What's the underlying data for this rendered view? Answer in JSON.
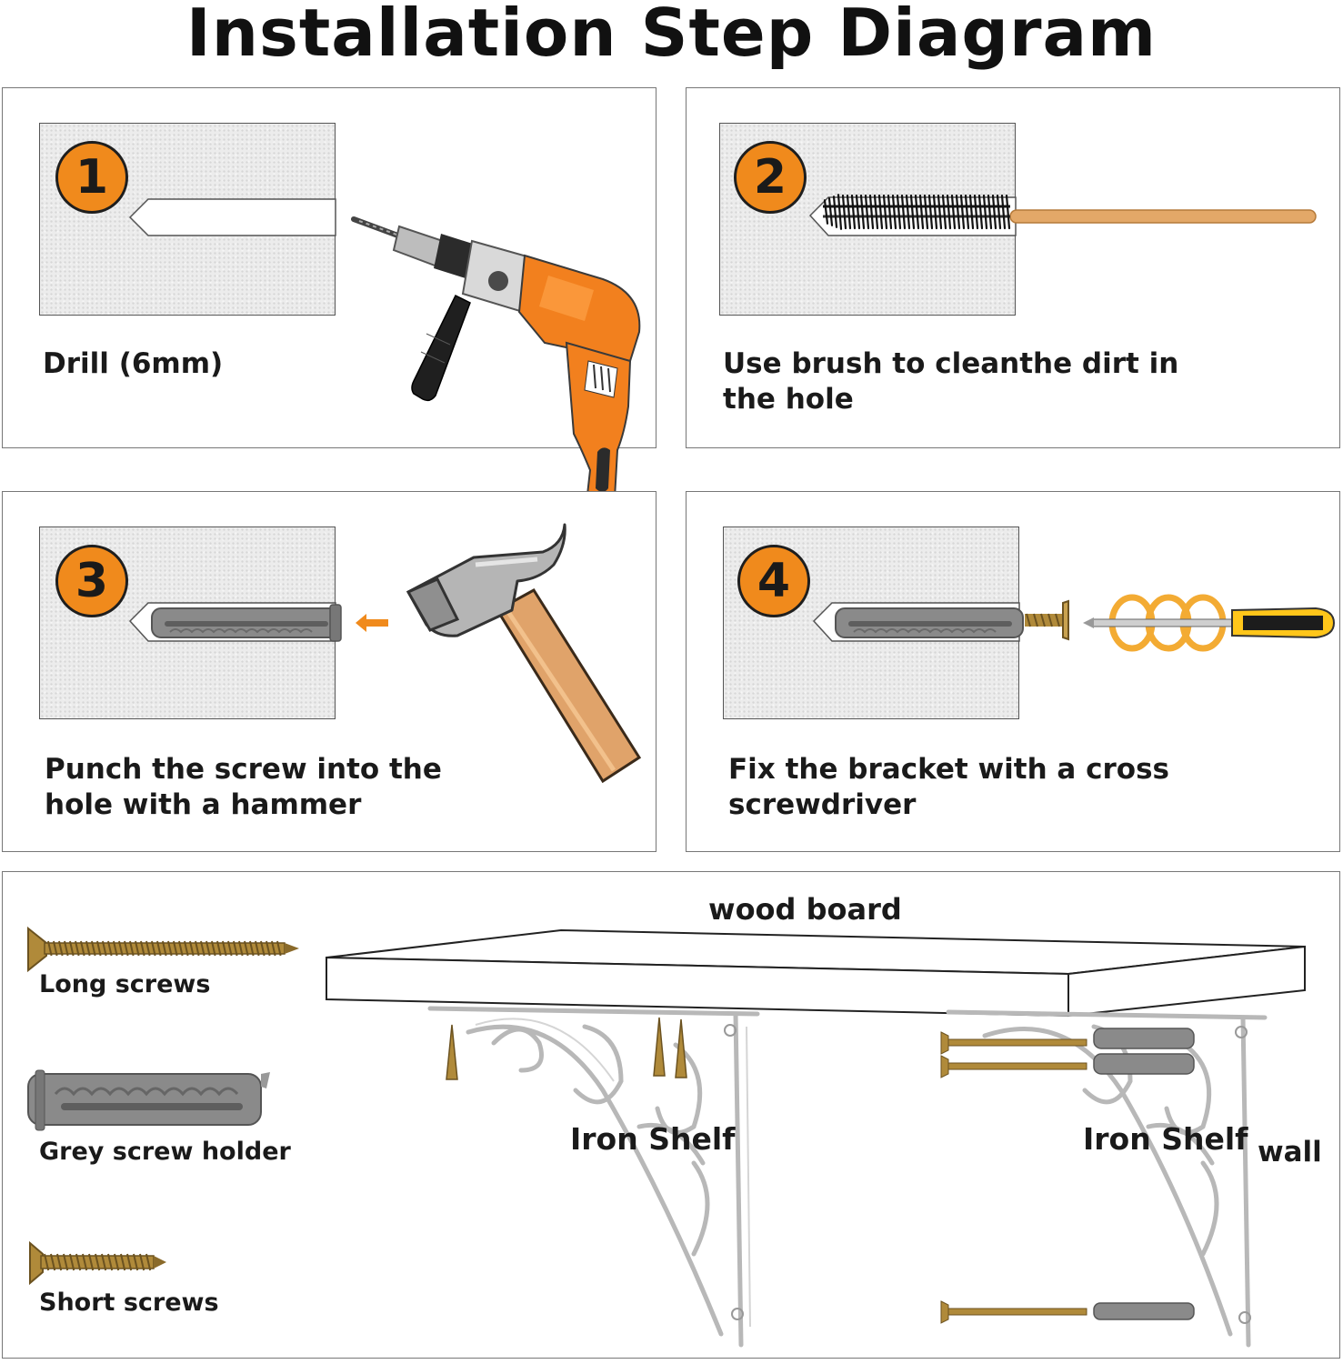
{
  "title": "Installation Step Diagram",
  "steps": [
    {
      "number": "1",
      "text": "Drill (6mm)",
      "tool_icon": "electric-drill-icon"
    },
    {
      "number": "2",
      "text": "Use brush to cleanthe dirt in the hole",
      "tool_icon": "cleaning-brush-icon"
    },
    {
      "number": "3",
      "text": "Punch the screw into the hole with a hammer",
      "tool_icon": "hammer-icon"
    },
    {
      "number": "4",
      "text": "Fix the bracket with a cross screwdriver",
      "tool_icon": "screwdriver-icon"
    }
  ],
  "parts": [
    {
      "label": "Long screws",
      "icon": "long-screw-icon"
    },
    {
      "label": "Grey screw holder",
      "icon": "wall-anchor-icon"
    },
    {
      "label": "Short screws",
      "icon": "short-screw-icon"
    }
  ],
  "assembly": {
    "board_label": "wood board",
    "bracket_left_label": "Iron Shelf",
    "bracket_right_label": "Iron Shelf",
    "wall_label": "wall"
  },
  "colors": {
    "accent_orange": "#f08a1c",
    "drill_orange": "#f2801e",
    "anchor_grey": "#8a8a8a",
    "screw_brass": "#b08a3a",
    "handle_wood": "#e0a36a"
  }
}
